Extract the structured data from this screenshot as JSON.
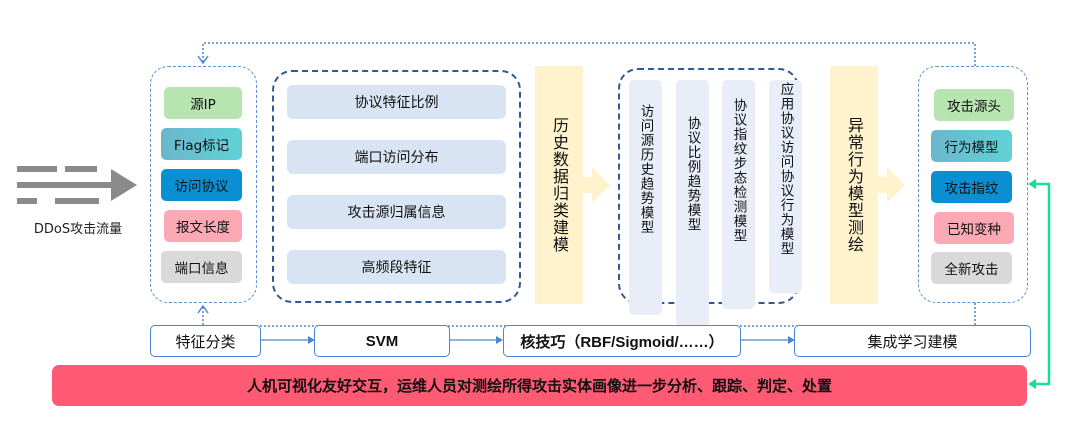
{
  "input": {
    "label": "DDoS攻击流量",
    "icon": "traffic-arrow-icon"
  },
  "feature_group": {
    "items": [
      {
        "label": "源IP",
        "color": "#b7e4b0"
      },
      {
        "label": "Flag标记",
        "color": "#5fcfd4"
      },
      {
        "label": "访问协议",
        "color": "#0b8fd3"
      },
      {
        "label": "报文长度",
        "color": "#fda8b5"
      },
      {
        "label": "端口信息",
        "color": "#d9d9d9"
      }
    ]
  },
  "stats_group": {
    "items": [
      "协议特征比例",
      "端口访问分布",
      "攻击源归属信息",
      "高频段特征"
    ]
  },
  "stage1": {
    "label": "历史数据归类建模"
  },
  "models_group": {
    "items": [
      "访问源历史趋势模型",
      "协议比例趋势模型",
      "协议指纹步态检测模型",
      "应用协议访问协议行为模型"
    ]
  },
  "stage2": {
    "label": "异常行为模型测绘"
  },
  "result_group": {
    "items": [
      {
        "label": "攻击源头",
        "color": "#b7e4b0"
      },
      {
        "label": "行为模型",
        "color": "#5fcfd4"
      },
      {
        "label": "攻击指纹",
        "color": "#0b8fd3"
      },
      {
        "label": "已知变种",
        "color": "#fda8b5"
      },
      {
        "label": "全新攻击",
        "color": "#d9d9d9"
      }
    ]
  },
  "flow": {
    "steps": [
      "特征分类",
      "SVM",
      "核技巧（RBF/Sigmoid/……）",
      "集成学习建模"
    ]
  },
  "banner": {
    "text": "人机可视化友好交互，运维人员对测绘所得攻击实体画像进一步分析、跟踪、判定、处置"
  },
  "colors": {
    "dashed_light": "#5b8fd6",
    "dashed_dark": "#2e5a9a",
    "stage_fill": "#fff2cc",
    "banner": "#fe5a74",
    "feedback_line": "#19e08f",
    "flow_border": "#4a86d4"
  }
}
